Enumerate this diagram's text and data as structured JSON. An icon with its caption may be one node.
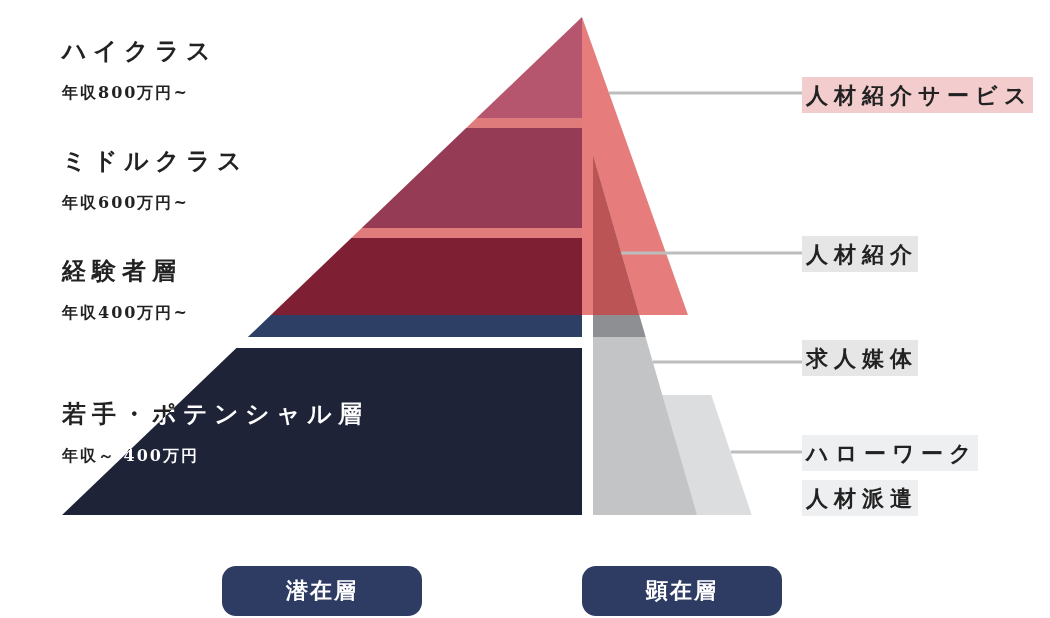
{
  "diagram": {
    "nodes": [
      {
        "text": [
          "人材紹介サービス"
        ]
      },
      {
        "text": [],
        "shape": "triangle"
      },
      {
        "text": [
          "人材紹介"
        ]
      },
      {
        "text": [],
        "shape": "triangle"
      },
      {
        "text": [
          "求人媒体"
        ]
      },
      {
        "text": [
          "ハローワーク",
          "人材派遣"
        ]
      },
      {
        "text": [],
        "shape": "trapezoid"
      },
      {
        "text": [
          "潜在層"
        ]
      },
      {
        "text": [
          "顕在層"
        ]
      }
    ],
    "edges": [
      {
        "from": 0,
        "to": 1,
        "arrow": "none"
      },
      {
        "from": 2,
        "to": 3,
        "arrow": "none"
      },
      {
        "from": 4,
        "to": 3,
        "arrow": "none"
      },
      {
        "from": 5,
        "to": 6,
        "arrow": "none"
      }
    ],
    "labels": [
      "ハイクラス",
      "年収800万円~",
      "ミドルクラス",
      "年収600万円~",
      "経験者層",
      "年収400万円~",
      "若手・ポテンシャル層",
      "年収～ 400万円"
    ]
  }
}
